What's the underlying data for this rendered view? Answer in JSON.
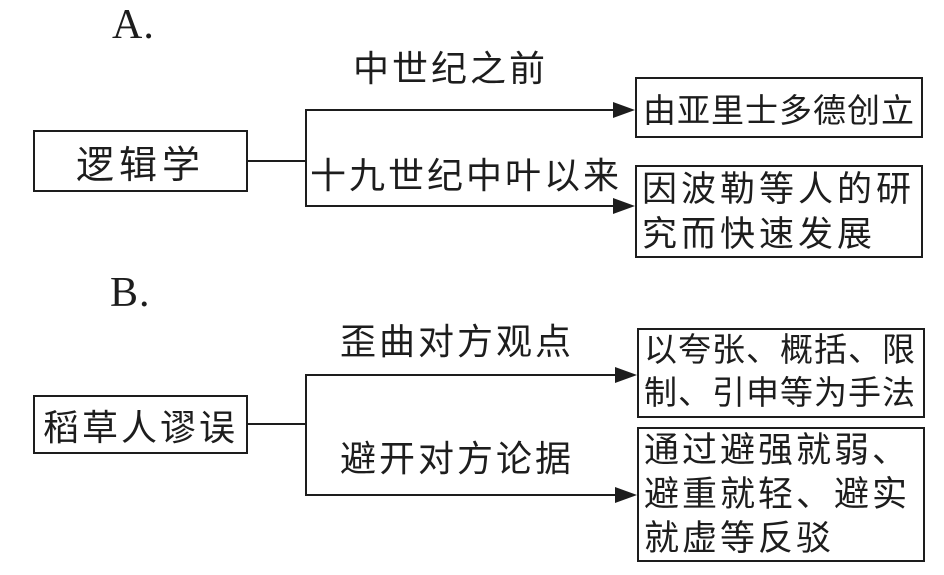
{
  "figure": {
    "colors": {
      "ink": "#1d1d1d",
      "background": "#ffffff"
    },
    "options": [
      {
        "label": "A.",
        "root": "逻辑学",
        "branches": [
          {
            "condition": "中世纪之前",
            "result_lines": [
              "由亚里士多德创立"
            ]
          },
          {
            "condition": "十九世纪中叶以来",
            "result_lines": [
              "因波勒等人的研",
              "究而快速发展"
            ]
          }
        ]
      },
      {
        "label": "B.",
        "root": "稻草人谬误",
        "branches": [
          {
            "condition": "歪曲对方观点",
            "result_lines": [
              "以夸张、概括、限",
              "制、引申等为手法"
            ]
          },
          {
            "condition": "避开对方论据",
            "result_lines": [
              "通过避强就弱、",
              "避重就轻、避实",
              "就虚等反驳"
            ]
          }
        ]
      }
    ]
  }
}
